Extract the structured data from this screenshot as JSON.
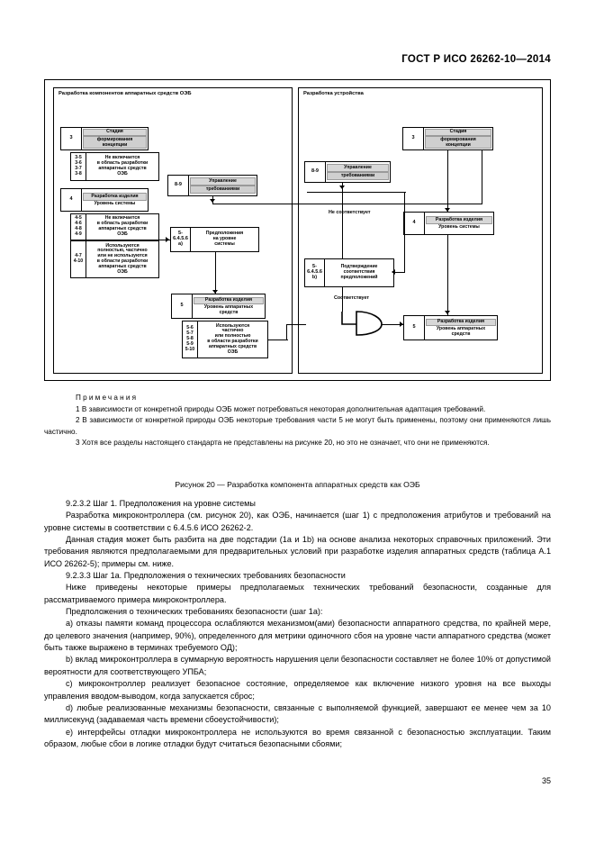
{
  "header": {
    "standard": "ГОСТ Р ИСО 26262-10—2014"
  },
  "figure": {
    "left_panel": {
      "title": "Разработка компонентов аппаратных средств ОЭБ"
    },
    "right_panel": {
      "title": "Разработка устройства"
    },
    "nodes": {
      "l_concept": {
        "num": "3",
        "line1": "Стадия",
        "line2": "формирования\nконцепции"
      },
      "l_concept_note": {
        "num": "3-5\n3-6\n3-7\n3-8",
        "text": "Не включается\nв область разработки\nаппаратных средств\nОЭБ"
      },
      "l_product_sys": {
        "num": "4",
        "line1": "Разработка изделия",
        "line2": "Уровень системы"
      },
      "l_sys_note_a": {
        "num": "4-5\n4-6\n4-8\n4-9",
        "text": "Не включается\nв область разработки\nаппаратных средств\nОЭБ"
      },
      "l_sys_note_b": {
        "num": "4-7\n4-10",
        "text": "Используются\nполностью, частично\nили не используются\nв области разработки\nаппаратных средств\nОЭБ"
      },
      "l_reqmgmt": {
        "num": "8-9",
        "line1": "Управление",
        "line2": "требованиями"
      },
      "l_assumptions": {
        "num": "5-\n6.4.5.6\na)",
        "line1": "Предположения",
        "line2": "на уровне\nсистемы"
      },
      "l_product_hw": {
        "num": "5",
        "line1": "Разработка изделия",
        "line2": "Уровень аппаратных\nсредств"
      },
      "l_hw_note": {
        "num": "5-6\n5-7\n5-8\n5-9\n5-10",
        "text": "Используются\nчастично\nили полностью\nв области разработки\nаппаратных средств\nОЭБ"
      },
      "r_concept": {
        "num": "3",
        "line1": "Стадия",
        "line2": "формирования\nконцепции"
      },
      "r_reqmgmt": {
        "num": "8-9",
        "line1": "Управление",
        "line2": "требованиями"
      },
      "r_confirm": {
        "num": "5-\n6.4.5.6\nb)",
        "line1": "Подтверждение",
        "line2": "соответствия\nпредположений"
      },
      "r_product_sys": {
        "num": "4",
        "line1": "Разработка изделия",
        "line2": "Уровень системы"
      },
      "r_product_hw": {
        "num": "5",
        "line1": "Разработка изделия",
        "line2": "Уровень аппаратных\nсредств"
      }
    },
    "flow_labels": {
      "not_match": "Не соответствует",
      "match": "Соответствует"
    }
  },
  "notes": {
    "heading": "Примечания",
    "items": [
      "1 В зависимости от конкретной природы ОЭБ может потребоваться некоторая дополнительная адаптация требований.",
      "2 В зависимости от конкретной природы ОЭБ некоторые требования части 5 не могут быть применены, поэтому они применяются лишь частично.",
      "3 Хотя все разделы настоящего стандарта не представлены на рисунке 20, но это не означает, что они не применяются."
    ]
  },
  "figure_caption": "Рисунок 20 — Разработка компонента аппаратных средств как ОЭБ",
  "body": {
    "paragraphs": [
      "9.2.3.2 Шаг 1. Предположения на уровне системы",
      "Разработка микроконтроллера (см. рисунок 20), как ОЭБ, начинается (шаг 1) с предположения атрибутов и требований на уровне системы в соответствии с 6.4.5.6 ИСО 26262-2.",
      "Данная стадия может быть разбита на две подстадии (1a и 1b) на основе анализа некоторых справочных приложений. Эти требования являются предполагаемыми для предварительных условий при разработке изделия аппаратных средств (таблица А.1 ИСО 26262-5); примеры см. ниже.",
      "9.2.3.3 Шаг 1a. Предположения о технических требованиях безопасности",
      "Ниже приведены некоторые примеры предполагаемых технических требований безопасности, созданные для рассматриваемого примера микроконтроллера.",
      "Предположения о технических требованиях безопасности (шаг 1a):",
      "a) отказы памяти команд процессора ослабляются механизмом(ами) безопасности аппаратного средства, по крайней мере, до целевого значения (например, 90%), определенного для метрики одиночного сбоя на уровне части аппаратного средства (может быть также выражено в терминах требуемого ОД);",
      "b) вклад микроконтроллера в суммарную вероятность нарушения цели безопасности составляет не более 10% от допустимой вероятности для соответствующего УПБА;",
      "c) микроконтроллер реализует безопасное состояние, определяемое как включение низкого уровня на все выходы управления вводом-выводом, когда запускается сброс;",
      "d) любые реализованные механизмы безопасности, связанные с выполняемой функцией, завершают ее менее чем за 10 миллисекунд (задаваемая часть времени сбоеустойчивости);",
      "e) интерфейсы отладки микроконтроллера не используются во время связанной с безопасностью эксплуатации. Таким образом, любые сбои в логике отладки будут считаться безопасными сбоями;"
    ]
  },
  "page_number": "35"
}
